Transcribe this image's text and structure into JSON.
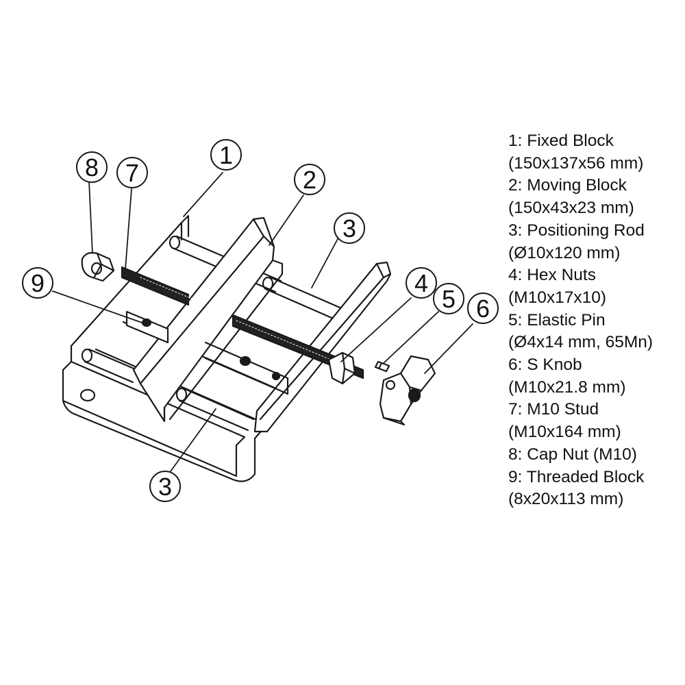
{
  "colors": {
    "line": "#1a1a1a",
    "fill": "#ffffff",
    "thread": "#222222"
  },
  "callouts": [
    {
      "id": "c1",
      "number": "1"
    },
    {
      "id": "c2",
      "number": "2"
    },
    {
      "id": "c3a",
      "number": "3"
    },
    {
      "id": "c3b",
      "number": "3"
    },
    {
      "id": "c4",
      "number": "4"
    },
    {
      "id": "c5",
      "number": "5"
    },
    {
      "id": "c6",
      "number": "6"
    },
    {
      "id": "c7",
      "number": "7"
    },
    {
      "id": "c8",
      "number": "8"
    },
    {
      "id": "c9",
      "number": "9"
    }
  ],
  "legend": [
    {
      "name": "1: Fixed Block",
      "spec": "(150x137x56 mm)"
    },
    {
      "name": "2: Moving Block",
      "spec": "(150x43x23 mm)"
    },
    {
      "name": "3: Positioning Rod",
      "spec": "(Ø10x120 mm)"
    },
    {
      "name": "4: Hex Nuts",
      "spec": "(M10x17x10)"
    },
    {
      "name": "5: Elastic Pin",
      "spec": "(Ø4x14 mm, 65Mn)"
    },
    {
      "name": "6: S Knob",
      "spec": "(M10x21.8 mm)"
    },
    {
      "name": "7: M10 Stud",
      "spec": "(M10x164 mm)"
    },
    {
      "name": "8: Cap Nut (M10)",
      "spec": ""
    },
    {
      "name": "9: Threaded Block",
      "spec": "(8x20x113 mm)"
    }
  ]
}
